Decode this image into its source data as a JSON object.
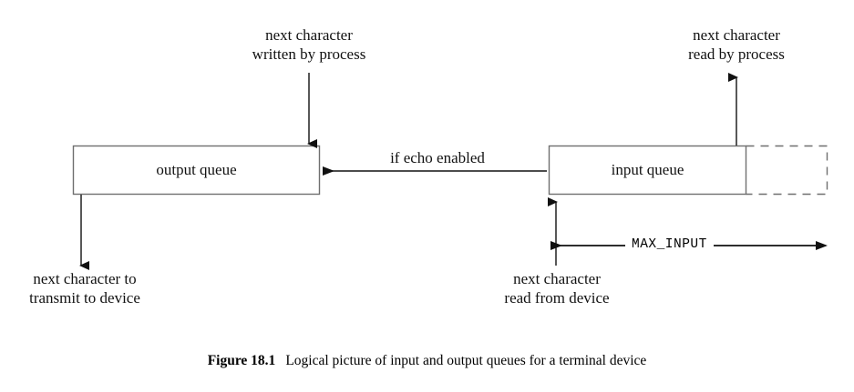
{
  "figure": {
    "caption_label": "Figure 18.1",
    "caption_text": "Logical picture of input and output queues for a terminal device"
  },
  "boxes": {
    "output_queue": {
      "label": "output queue"
    },
    "input_queue": {
      "label": "input queue"
    },
    "input_overflow": {
      "label": ""
    }
  },
  "annotations": {
    "written_by_process": {
      "line1": "next character",
      "line2": "written by process"
    },
    "read_by_process": {
      "line1": "next character",
      "line2": "read by process"
    },
    "transmit_to_device": {
      "line1": "next character to",
      "line2": "transmit to device"
    },
    "read_from_device": {
      "line1": "next character",
      "line2": "read from device"
    }
  },
  "edges": {
    "echo": {
      "label": "if echo enabled"
    },
    "max_input": {
      "label": "MAX_INPUT"
    }
  },
  "colors": {
    "box_border": "#6f6f6f",
    "arrow": "#111111",
    "text": "#111111",
    "background": "#ffffff"
  }
}
